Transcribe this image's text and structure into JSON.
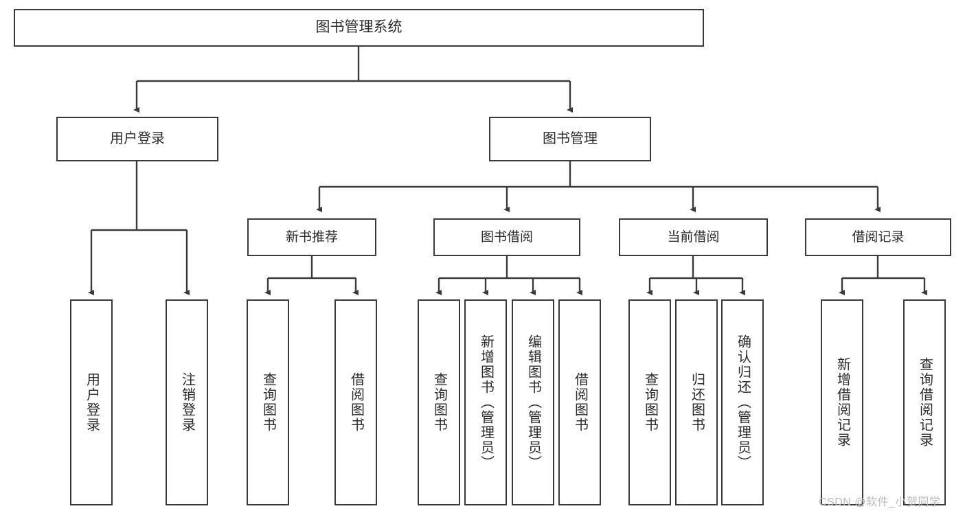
{
  "diagram": {
    "type": "tree-hierarchy",
    "title": "图书管理系统",
    "root": {
      "label": "图书管理系统"
    },
    "level1": [
      {
        "label": "用户登录"
      },
      {
        "label": "图书管理"
      }
    ],
    "level2": [
      {
        "label": "新书推荐"
      },
      {
        "label": "图书借阅"
      },
      {
        "label": "当前借阅"
      },
      {
        "label": "借阅记录"
      }
    ],
    "leaves": {
      "user_login": [
        {
          "label": "用户登录"
        },
        {
          "label": "注销登录"
        }
      ],
      "new_book_recommend": [
        {
          "label": "查询图书"
        },
        {
          "label": "借阅图书"
        }
      ],
      "book_borrow": [
        {
          "label": "查询图书"
        },
        {
          "label": "新增图书（管理员）"
        },
        {
          "label": "编辑图书（管理员）"
        },
        {
          "label": "借阅图书"
        }
      ],
      "current_borrow": [
        {
          "label": "查询图书"
        },
        {
          "label": "归还图书"
        },
        {
          "label": "确认归还（管理员）"
        }
      ],
      "borrow_record": [
        {
          "label": "新增借阅记录"
        },
        {
          "label": "查询借阅记录"
        }
      ]
    },
    "watermark": "CSDN @软件_小贺同学",
    "colors": {
      "border": "#3a3a3a",
      "text": "#2b2b2b",
      "background": "#ffffff",
      "watermark": "#b9b9b9"
    }
  }
}
